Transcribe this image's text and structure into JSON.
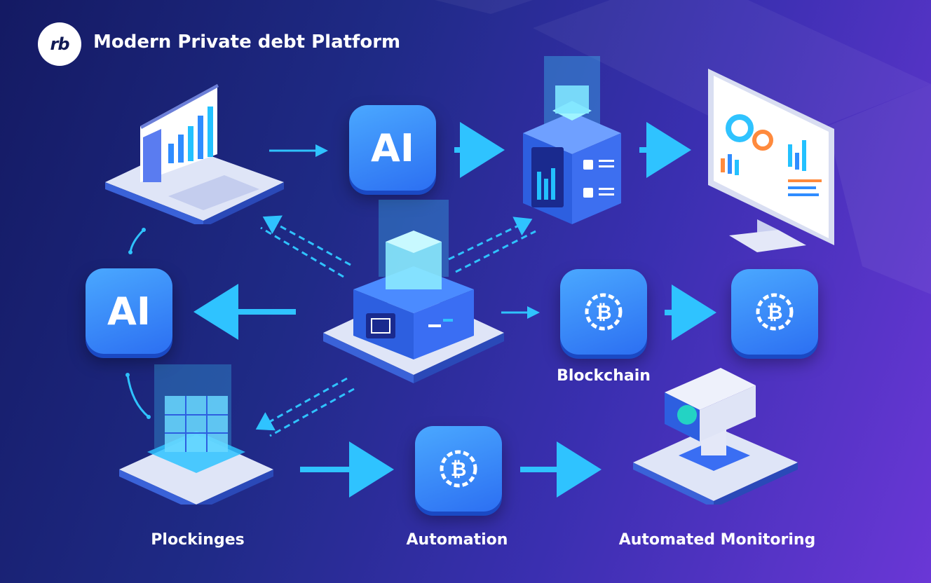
{
  "header": {
    "logo_text": "rb",
    "title": "Modern Private debt Platform"
  },
  "nodes": {
    "ai_top": "AI",
    "ai_left": "AI"
  },
  "labels": {
    "blockchain": "Blockchain",
    "plockinges": "Plockinges",
    "automation": "Automation",
    "automated_monitoring": "Automated Monitoring"
  },
  "colors": {
    "background_start": "#141a63",
    "background_end": "#6a37d6",
    "tile": "#2c6ff2",
    "arrow": "#2fc3ff",
    "platform": "#e8ecfa"
  },
  "icons": [
    "laptop-icon",
    "ai-icon",
    "server-icon",
    "monitor-icon",
    "core-hub-icon",
    "bitcoin-icon",
    "cube-stack-icon",
    "camera-icon",
    "logo-icon"
  ]
}
